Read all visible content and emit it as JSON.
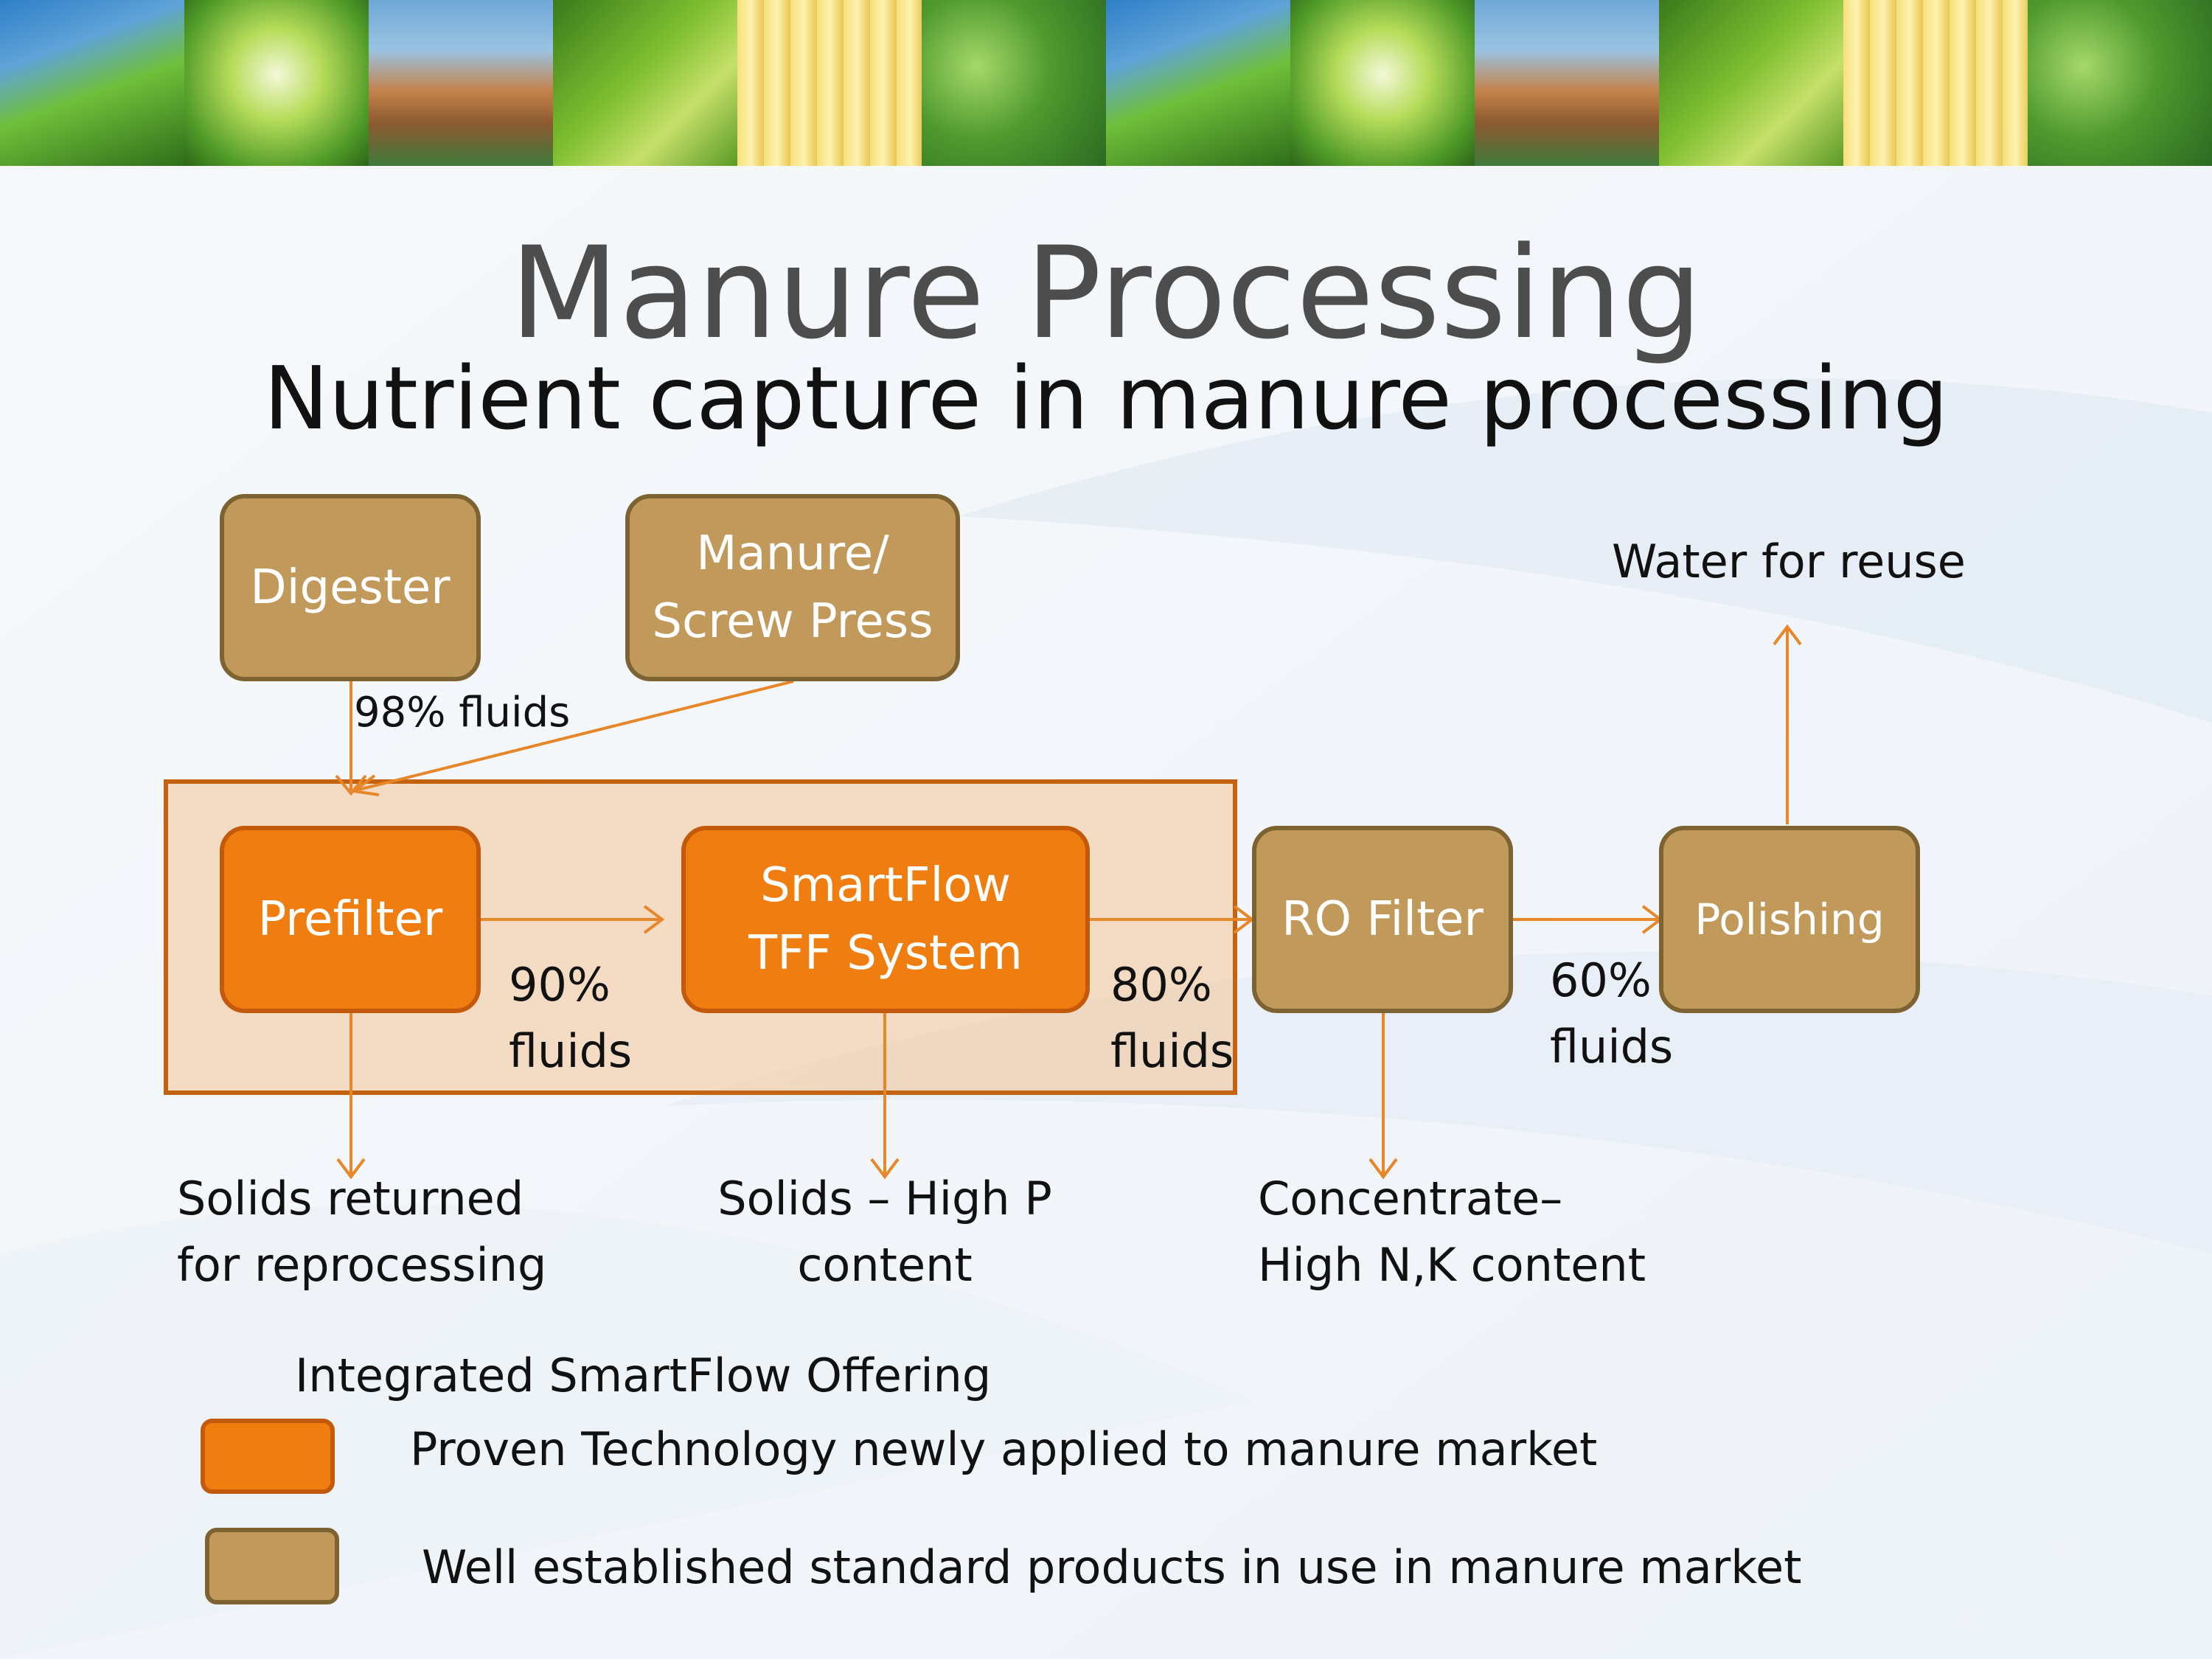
{
  "banner": {
    "tiles": [
      "leaf",
      "flower",
      "rocky-coast",
      "green-leaf",
      "corn",
      "lettuce",
      "leaf",
      "flower",
      "rocky-coast",
      "green-leaf",
      "corn",
      "lettuce"
    ]
  },
  "header": {
    "title": "Manure Processing",
    "subtitle": "Nutrient capture in manure processing"
  },
  "colors": {
    "new_tech": "#ef7d10",
    "established": "#c19a5b",
    "arrow": "#e8862a"
  },
  "diagram": {
    "nodes": {
      "digester": "Digester",
      "manure_line1": "Manure/",
      "manure_line2": "Screw Press",
      "prefilter": "Prefilter",
      "smartflow_line1": "SmartFlow",
      "smartflow_line2": "TFF System",
      "ro_filter": "RO Filter",
      "polishing": "Polishing"
    },
    "flows": {
      "to_prefilter": "98% fluids",
      "prefilter_to_smartflow_line1": "90%",
      "prefilter_to_smartflow_line2": "fluids",
      "smartflow_to_ro_line1": "80%",
      "smartflow_to_ro_line2": "fluids",
      "ro_to_polishing_line1": "60%",
      "ro_to_polishing_line2": "fluids"
    },
    "outputs": {
      "water": "Water for reuse",
      "prefilter_solids_line1": "Solids returned",
      "prefilter_solids_line2": "for reprocessing",
      "smartflow_solids_line1": "Solids – High P",
      "smartflow_solids_line2": "content",
      "concentrate_line1": "Concentrate–",
      "concentrate_line2": "High N,K content"
    }
  },
  "legend": {
    "heading": "Integrated SmartFlow Offering",
    "new_tech": "Proven Technology newly applied to manure market",
    "established": "Well established standard products in use in manure market"
  }
}
